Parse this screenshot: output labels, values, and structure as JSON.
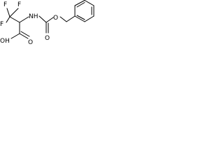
{
  "molecule": {
    "atom_labels": {
      "f1": "F",
      "f2": "F",
      "f3": "F",
      "nh": "NH",
      "oh": "OH",
      "o_carbonyl_acid": "O",
      "o_ester": "O",
      "o_carbonyl_carbamate": "O"
    }
  }
}
